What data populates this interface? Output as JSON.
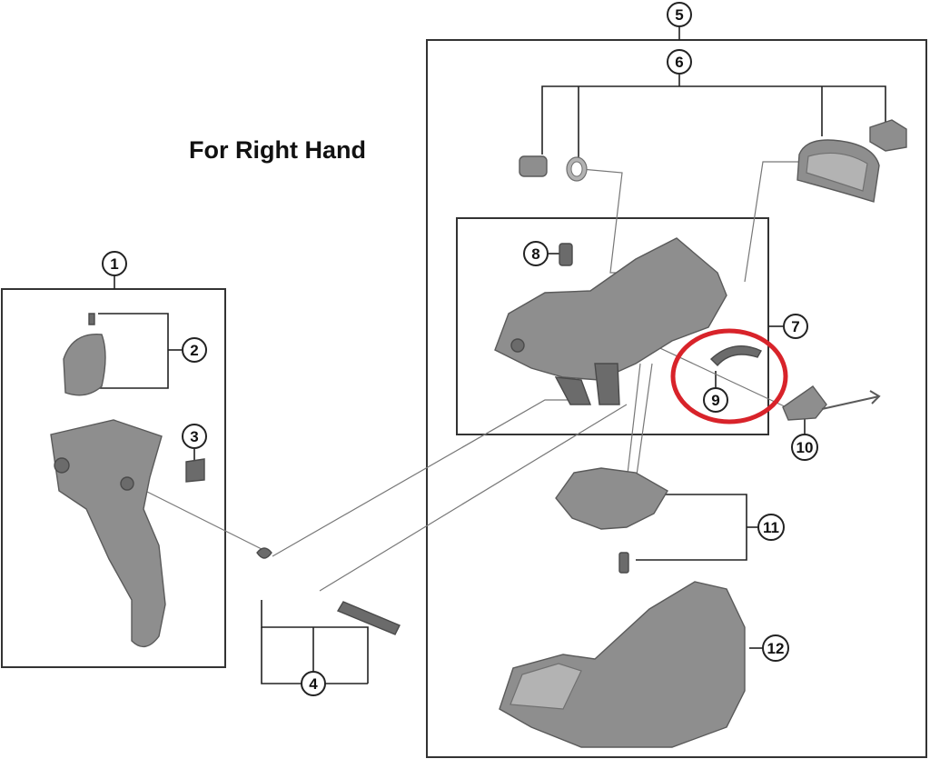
{
  "heading": "For Right Hand",
  "callouts": [
    {
      "id": "1",
      "label": "1"
    },
    {
      "id": "2",
      "label": "2"
    },
    {
      "id": "3",
      "label": "3"
    },
    {
      "id": "4",
      "label": "4"
    },
    {
      "id": "5",
      "label": "5"
    },
    {
      "id": "6",
      "label": "6"
    },
    {
      "id": "7",
      "label": "7"
    },
    {
      "id": "8",
      "label": "8"
    },
    {
      "id": "9",
      "label": "9"
    },
    {
      "id": "10",
      "label": "10"
    },
    {
      "id": "11",
      "label": "11"
    },
    {
      "id": "12",
      "label": "12"
    }
  ],
  "highlight_color": "#d8232a",
  "part_color": "#8e8e8e"
}
